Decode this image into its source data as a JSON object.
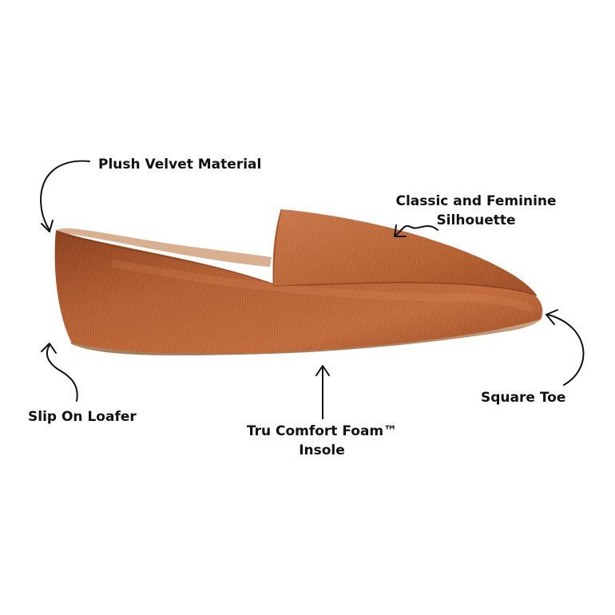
{
  "product": {
    "name_icon": "velvet-loafer-shoe",
    "color": "#a5522a"
  },
  "callouts": {
    "plush_velvet": "Plush Velvet Material",
    "classic_line1": "Classic and Feminine",
    "classic_line2": "Silhouette",
    "square_toe": "Square Toe",
    "slip_on": "Slip On Loafer",
    "insole_line1": "Tru Comfort Foam™",
    "insole_line2": "Insole"
  },
  "colors": {
    "text": "#111111",
    "arrow": "#111111",
    "velvet_dark": "#8a3f1c",
    "velvet_mid": "#b25d30",
    "velvet_light": "#d08052",
    "lining": "#d9b08f",
    "sole": "#c49a74"
  }
}
